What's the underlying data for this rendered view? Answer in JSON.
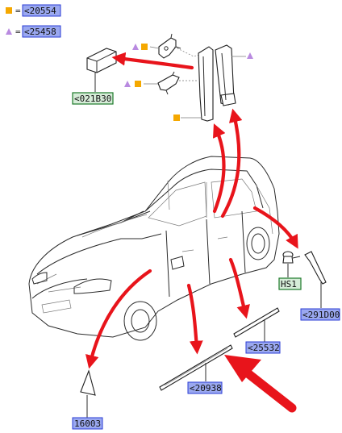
{
  "colors": {
    "accent_red": "#e8141b",
    "ref_square": "#f5a800",
    "ref_triangle": "#b98ae0",
    "label_blue_fill": "#9aa8f0",
    "label_blue_border": "#2b3cd6",
    "label_green_border": "#1d7a2a",
    "label_green_fill": "#d6ecd8"
  },
  "legend": [
    {
      "icon": "orange-square-icon",
      "sep": "=",
      "ref": "<20554"
    },
    {
      "icon": "purple-triangle-icon",
      "sep": "=",
      "ref": "<25458"
    }
  ],
  "labels": {
    "bracket_block": "<021B30",
    "rear_trim": "<291D00",
    "clip": "HS1",
    "sill_upper": "<25532",
    "sill_lower": "<20938",
    "front_triangle": "16003"
  }
}
